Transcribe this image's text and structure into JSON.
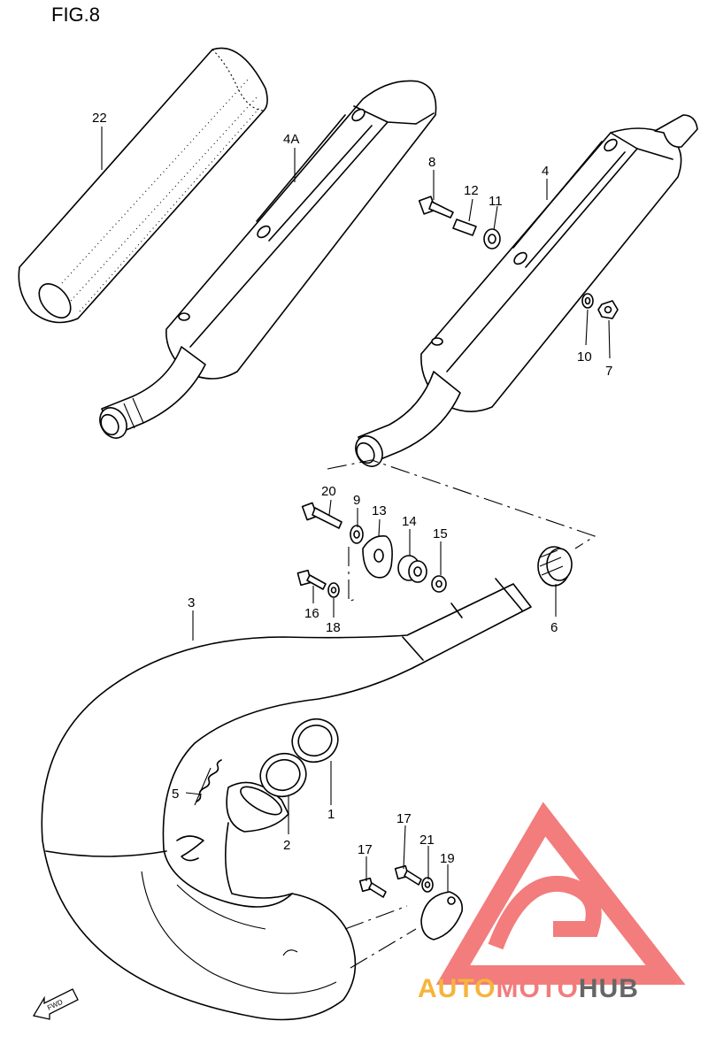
{
  "figure": {
    "title": "FIG.8"
  },
  "fwd_badge": "FWD",
  "watermark": {
    "text_part1": "AUTO",
    "text_part2": "MOTO",
    "text_part3": "HUB",
    "color_part1": "#f5b43c",
    "color_part2": "#f27c7c",
    "color_part3": "#666666",
    "logo_color": "#f26666"
  },
  "parts": [
    {
      "id": "1",
      "label": "1"
    },
    {
      "id": "2",
      "label": "2"
    },
    {
      "id": "3",
      "label": "3"
    },
    {
      "id": "4",
      "label": "4"
    },
    {
      "id": "4A",
      "label": "4A"
    },
    {
      "id": "5",
      "label": "5"
    },
    {
      "id": "6",
      "label": "6"
    },
    {
      "id": "7",
      "label": "7"
    },
    {
      "id": "8",
      "label": "8"
    },
    {
      "id": "9",
      "label": "9"
    },
    {
      "id": "10",
      "label": "10"
    },
    {
      "id": "11",
      "label": "11"
    },
    {
      "id": "12",
      "label": "12"
    },
    {
      "id": "13",
      "label": "13"
    },
    {
      "id": "14",
      "label": "14"
    },
    {
      "id": "15",
      "label": "15"
    },
    {
      "id": "16",
      "label": "16"
    },
    {
      "id": "17a",
      "label": "17"
    },
    {
      "id": "17b",
      "label": "17"
    },
    {
      "id": "18",
      "label": "18"
    },
    {
      "id": "19",
      "label": "19"
    },
    {
      "id": "20",
      "label": "20"
    },
    {
      "id": "21",
      "label": "21"
    },
    {
      "id": "22",
      "label": "22"
    }
  ]
}
